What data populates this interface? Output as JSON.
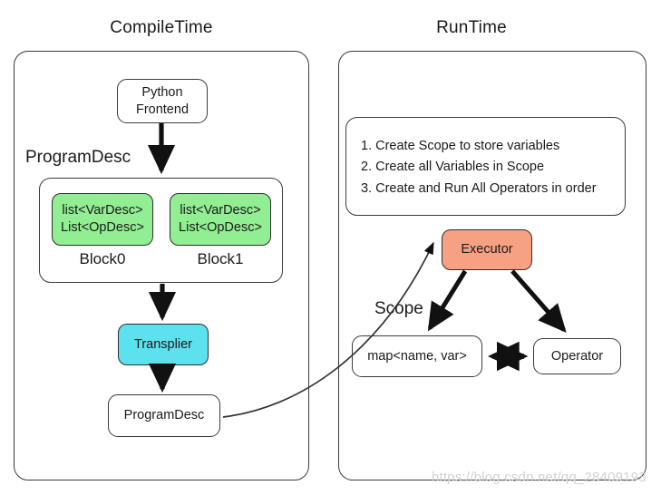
{
  "diagram": {
    "titles": {
      "compile_time": "CompileTime",
      "run_time": "RunTime"
    },
    "compile_time": {
      "program_desc_label": "ProgramDesc",
      "python_frontend": {
        "line1": "Python",
        "line2": "Frontend"
      },
      "blocks": [
        {
          "line1": "list<VarDesc>",
          "line2": "List<OpDesc>",
          "caption": "Block0"
        },
        {
          "line1": "list<VarDesc>",
          "line2": "List<OpDesc>",
          "caption": "Block1"
        }
      ],
      "transpiler": "Transplier",
      "output_program_desc": "ProgramDesc"
    },
    "run_time": {
      "steps": [
        "1. Create Scope to store variables",
        "2. Create all Variables in Scope",
        "3. Create and Run All Operators in order"
      ],
      "executor": "Executor",
      "scope_label": "Scope",
      "scope_map": "map<name, var>",
      "operator": "Operator"
    },
    "watermark": "https://blog.csdn.net/qq_28409193",
    "colors": {
      "block_green": "#92ee92",
      "transpiler_cyan": "#5ce1ef",
      "executor_salmon": "#f7a183",
      "stroke": "#3a3a3a",
      "background": "#ffffff",
      "watermark": "#d2d2d2"
    }
  }
}
